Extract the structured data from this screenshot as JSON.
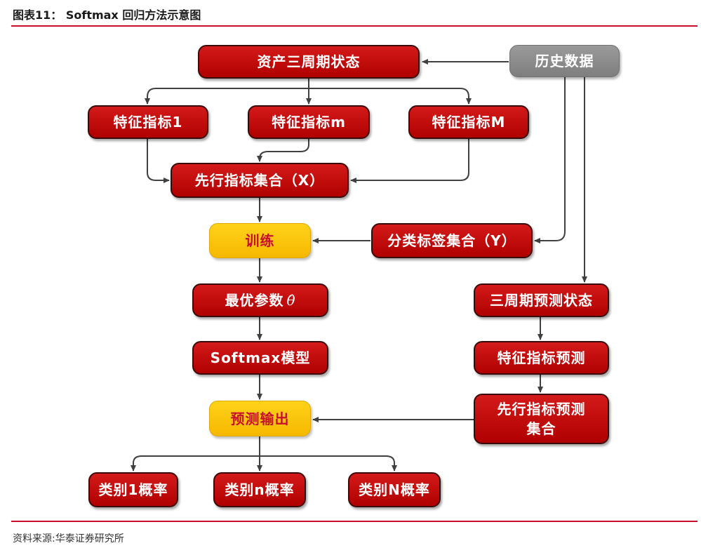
{
  "figure": {
    "title": "图表11： Softmax 回归方法示意图",
    "source": "资料来源:华泰证券研究所"
  },
  "nodes": {
    "asset_state": "资产三周期状态",
    "history_data": "历史数据",
    "feature_1": "特征指标1",
    "feature_m": "特征指标m",
    "feature_M": "特征指标M",
    "leading_set_x": "先行指标集合（X）",
    "train": "训练",
    "label_set_y": "分类标签集合（Y）",
    "optimal_param": "最优参数",
    "theta_symbol": "θ̂",
    "predict_state": "三周期预测状态",
    "softmax_model": "Softmax模型",
    "feature_predict": "特征指标预测",
    "predict_output": "预测输出",
    "leading_predict_set": "先行指标预测集合",
    "class_1_prob": "类别1概率",
    "class_n_prob": "类别n概率",
    "class_N_prob": "类别N概率"
  },
  "colors": {
    "red_box": "#c8102e",
    "gold_box": "#f6b800",
    "gray_box": "#8c8c8c",
    "arrow": "#404040",
    "rule": "#c8102e"
  }
}
